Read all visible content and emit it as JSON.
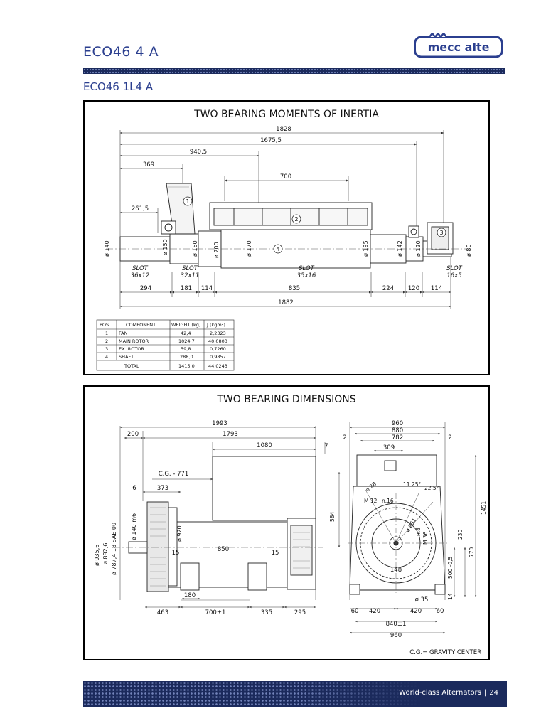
{
  "header": {
    "model": "ECO46 4 A",
    "sub_model": "ECO46 1L4 A",
    "brand": "mecc alte"
  },
  "inertia_panel": {
    "title": "TWO BEARING MOMENTS OF INERTIA",
    "dims": {
      "d1828": "1828",
      "d1675": "1675,5",
      "d940": "940,5",
      "d369": "369",
      "d700": "700",
      "d261": "261,5",
      "d294": "294",
      "d181": "181",
      "d114a": "114",
      "d835": "835",
      "d224": "224",
      "d120": "120",
      "d114b": "114",
      "d1882": "1882",
      "dia140": "ø 140",
      "dia150": "ø 150",
      "dia160": "ø 160",
      "dia200": "ø 200",
      "dia170": "ø 170",
      "dia195": "ø 195",
      "dia142": "ø 142",
      "dia120": "ø 120",
      "dia80": "ø 80"
    },
    "slots": [
      {
        "label": "SLOT",
        "size": "36x12"
      },
      {
        "label": "SLOT",
        "size": "32x11"
      },
      {
        "label": "SLOT",
        "size": "35x16"
      },
      {
        "label": "SLOT",
        "size": "16x5"
      }
    ],
    "markers": [
      "1",
      "2",
      "3",
      "4"
    ],
    "table": {
      "headers": [
        "POS.",
        "COMPONENT",
        "WEIGHT (kg)",
        "J (kgm²)"
      ],
      "rows": [
        [
          "1",
          "FAN",
          "42,4",
          "2,2323"
        ],
        [
          "2",
          "MAIN ROTOR",
          "1024,7",
          "40,0803"
        ],
        [
          "3",
          "EX. ROTOR",
          "59,8",
          "0,7260"
        ],
        [
          "4",
          "SHAFT",
          "288,0",
          "0,9857"
        ],
        [
          "",
          "TOTAL",
          "1415,0",
          "44,0243"
        ]
      ]
    }
  },
  "dimensions_panel": {
    "title": "TWO BEARING DIMENSIONS",
    "side": {
      "d1993": "1993",
      "d200": "200",
      "d1793": "1793",
      "d1080": "1080",
      "d7": "7",
      "cg": "C.G. - 771",
      "d6": "6",
      "d373": "373",
      "dia920": "ø 920",
      "d15a": "15",
      "d850": "850",
      "d15b": "15",
      "d180": "180",
      "d463": "463",
      "d700": "700±1",
      "d335": "335",
      "d295": "295",
      "dia935": "ø 935,6",
      "dia882": "ø 882,6",
      "dia787": "ø 787,4  18 SAE  00",
      "dia140": "ø 140 m6"
    },
    "front": {
      "d960top": "960",
      "d880": "880",
      "d782": "782",
      "d2a": "2",
      "d2b": "2",
      "d309": "309",
      "d584": "584",
      "a1125": "11.25°",
      "a225": "22.5°",
      "dia28": "ø 28",
      "m12": "M 12",
      "n16": "n.16",
      "dia851": "ø 851",
      "n8": "n.8",
      "m36": "M 36",
      "d148": "148",
      "d1451": "1451",
      "d230": "230",
      "d770": "770",
      "d500": "500 -0,5",
      "dia35": "ø 35",
      "d14": "14",
      "d60a": "60",
      "d420a": "420",
      "d420b": "420",
      "d60b": "60",
      "d840": "840±1",
      "d960bottom": "960"
    },
    "legend": "C.G.= GRAVITY CENTER"
  },
  "footer": {
    "tagline": "World-class Alternators",
    "separator": "|",
    "page": "24"
  },
  "colors": {
    "brand_blue": "#2b3f8f",
    "bar_navy": "#1b2a5c"
  }
}
